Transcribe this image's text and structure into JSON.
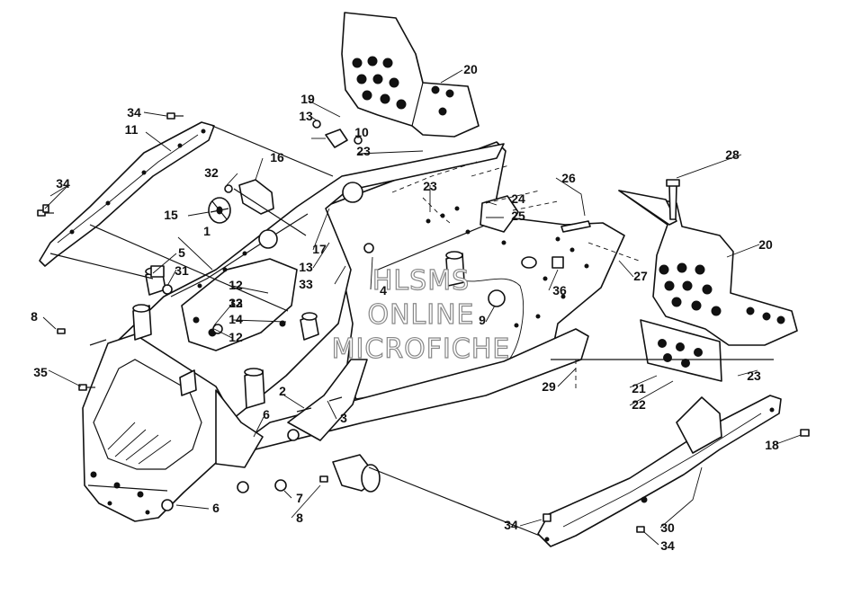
{
  "diagram": {
    "watermark_lines": [
      "HLSMS",
      "ONLINE",
      "MICROFICHE"
    ],
    "callouts": [
      "1",
      "2",
      "3",
      "4",
      "5",
      "6",
      "6",
      "7",
      "8",
      "8",
      "9",
      "10",
      "11",
      "12",
      "12",
      "12",
      "13",
      "13",
      "14",
      "15",
      "16",
      "17",
      "18",
      "19",
      "20",
      "20",
      "21",
      "22",
      "23",
      "23",
      "23",
      "24",
      "25",
      "26",
      "27",
      "28",
      "29",
      "30",
      "31",
      "32",
      "33",
      "33",
      "34",
      "34",
      "34",
      "34",
      "35",
      "36"
    ]
  }
}
